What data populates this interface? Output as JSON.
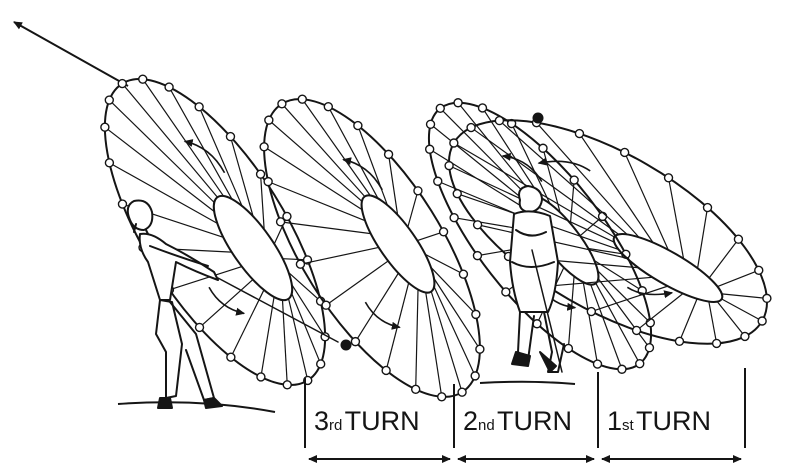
{
  "turns": [
    {
      "number": "3",
      "suffix": "rd",
      "word": "TURN"
    },
    {
      "number": "2",
      "suffix": "nd",
      "word": "TURN"
    },
    {
      "number": "1",
      "suffix": "st",
      "word": "TURN"
    }
  ],
  "colors": {
    "ink": "#151515",
    "background": "#ffffff"
  },
  "icons": [
    "direction-arrow-icon",
    "turn-dimension-arrow-icon",
    "rotation-arrow-icon"
  ]
}
